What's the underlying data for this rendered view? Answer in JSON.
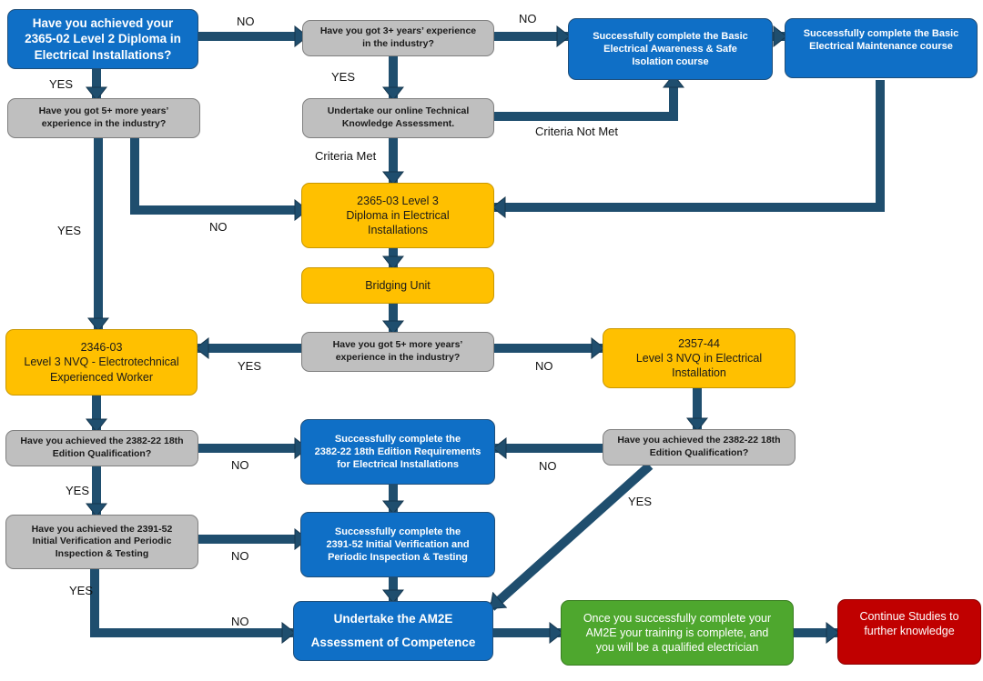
{
  "nodes": {
    "level2_q": {
      "lines": [
        "Have you achieved your",
        "2365-02 Level 2 Diploma in",
        "Electrical Installations?"
      ]
    },
    "exp3_q": {
      "lines": [
        "Have you got 3+ years’ experience",
        "in the industry?"
      ]
    },
    "basic_awareness": {
      "lines": [
        "Successfully complete the Basic",
        "Electrical Awareness & Safe",
        "Isolation course"
      ]
    },
    "basic_maintenance": {
      "lines": [
        "Successfully complete the Basic",
        "Electrical Maintenance course"
      ]
    },
    "exp5_q_top": {
      "lines": [
        "Have you got 5+ more years’",
        "experience in the industry?"
      ]
    },
    "tech_assessment": {
      "lines": [
        "Undertake our online Technical",
        "Knowledge Assessment."
      ]
    },
    "level3_diploma": {
      "lines": [
        "2365-03 Level 3",
        "Diploma in Electrical",
        "Installations"
      ]
    },
    "bridging": {
      "lines": [
        "Bridging Unit"
      ]
    },
    "nvq_2346": {
      "lines": [
        "2346-03",
        "Level 3 NVQ -  Electrotechnical",
        "Experienced Worker"
      ]
    },
    "exp5_q_mid": {
      "lines": [
        "Have you got 5+ more years’",
        "experience in the industry?"
      ]
    },
    "nvq_2357": {
      "lines": [
        "2357-44",
        "Level 3 NVQ in Electrical",
        "Installation"
      ]
    },
    "ed18_q_left": {
      "lines": [
        "Have you achieved the 2382-22 18th",
        "Edition Qualification?"
      ]
    },
    "ed18_complete": {
      "lines": [
        "Successfully complete the",
        "2382-22 18th Edition Requirements",
        "for Electrical Installations"
      ]
    },
    "ed18_q_right": {
      "lines": [
        "Have you achieved the 2382-22 18th",
        "Edition Qualification?"
      ]
    },
    "insp_q": {
      "lines": [
        "Have you achieved the 2391-52",
        "Initial Verification and Periodic",
        "Inspection & Testing"
      ]
    },
    "insp_complete": {
      "lines": [
        "Successfully complete the",
        "2391-52 Initial Verification and",
        "Periodic Inspection & Testing"
      ]
    },
    "am2e": {
      "lines": [
        "Undertake the AM2E",
        "Assessment of Competence"
      ]
    },
    "qualified": {
      "lines": [
        "Once you successfully complete your",
        "AM2E your training is complete, and",
        "you will be a qualified electrician"
      ]
    },
    "continue": {
      "lines": [
        "Continue Studies to",
        "further knowledge"
      ]
    }
  },
  "labels": {
    "no_1": "NO",
    "no_2": "NO",
    "yes_1": "YES",
    "yes_2": "YES",
    "criteria_not_met": "Criteria Not Met",
    "criteria_met": "Criteria Met",
    "yes_3": "YES",
    "no_3": "NO",
    "yes_4": "YES",
    "no_4": "NO",
    "no_5": "NO",
    "no_6": "NO",
    "yes_5": "YES",
    "yes_6": "YES",
    "no_7": "NO",
    "yes_7": "YES",
    "no_8": "NO"
  },
  "colors": {
    "blue": "#0F6FC6",
    "grey": "#BFBFBF",
    "yellow": "#FFC000",
    "green": "#4EA72E",
    "red": "#C00000",
    "arrow": "#1F4E6E"
  }
}
